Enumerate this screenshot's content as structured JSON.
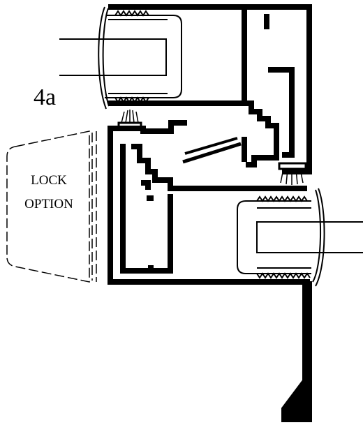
{
  "diagram": {
    "callout": "4a",
    "lock_label": {
      "line1": "LOCK",
      "line2": "OPTION"
    },
    "colors": {
      "ink": "#000000",
      "paper": "#ffffff"
    }
  }
}
